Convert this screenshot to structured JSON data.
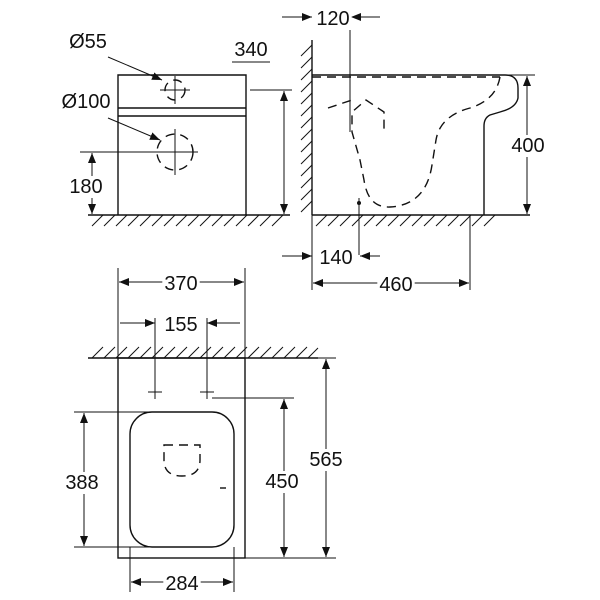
{
  "diagram": {
    "front_view": {
      "dia_small": "Ø55",
      "dia_large": "Ø100",
      "height_small_inlet": "340",
      "height_large_outlet": "180"
    },
    "side_view": {
      "wall_gap": "120",
      "height": "400",
      "outlet_offset": "140",
      "depth": "460"
    },
    "top_view": {
      "width": "370",
      "fixing_spacing": "155",
      "seat_length": "388",
      "body_length": "450",
      "total_length": "565",
      "seat_width": "284"
    }
  }
}
